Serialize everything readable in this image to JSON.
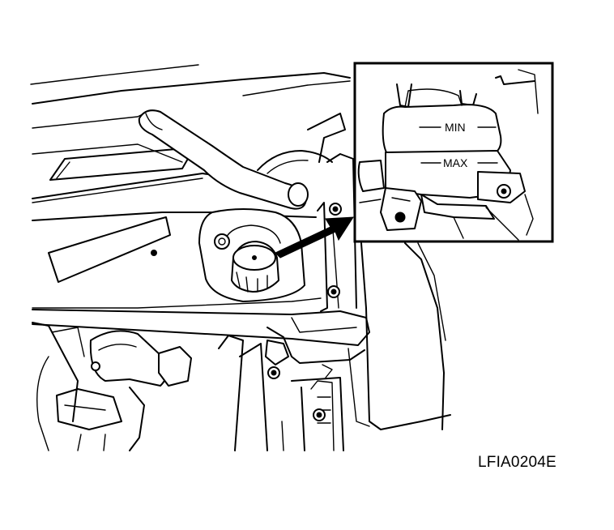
{
  "figure_code": "LFIA0204E",
  "inset": {
    "min_label": "MIN",
    "max_label": "MAX"
  }
}
